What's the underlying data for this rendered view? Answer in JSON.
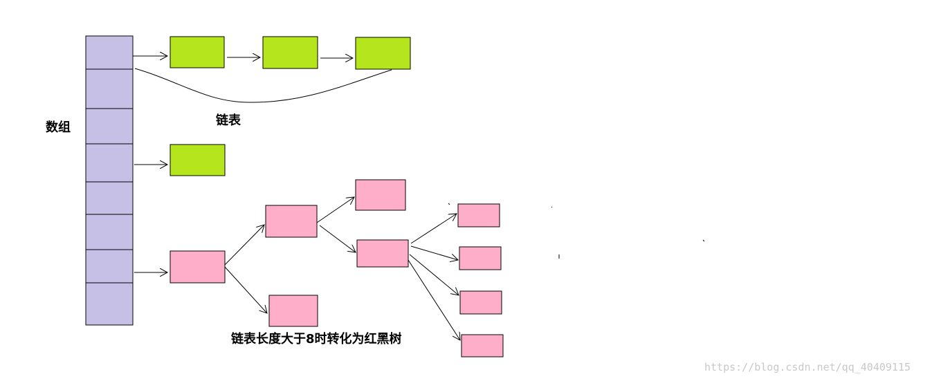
{
  "labels": {
    "array": "数组",
    "linked_list": "链表",
    "tree_caption": "链表长度大于8时转化为红黑树"
  },
  "watermark": "https://blog.csdn.net/qq_40409115",
  "colors": {
    "array_cell": "#c6bfe6",
    "list_node": "#b5e61d",
    "tree_node": "#ffaec9",
    "stroke": "#000000"
  }
}
